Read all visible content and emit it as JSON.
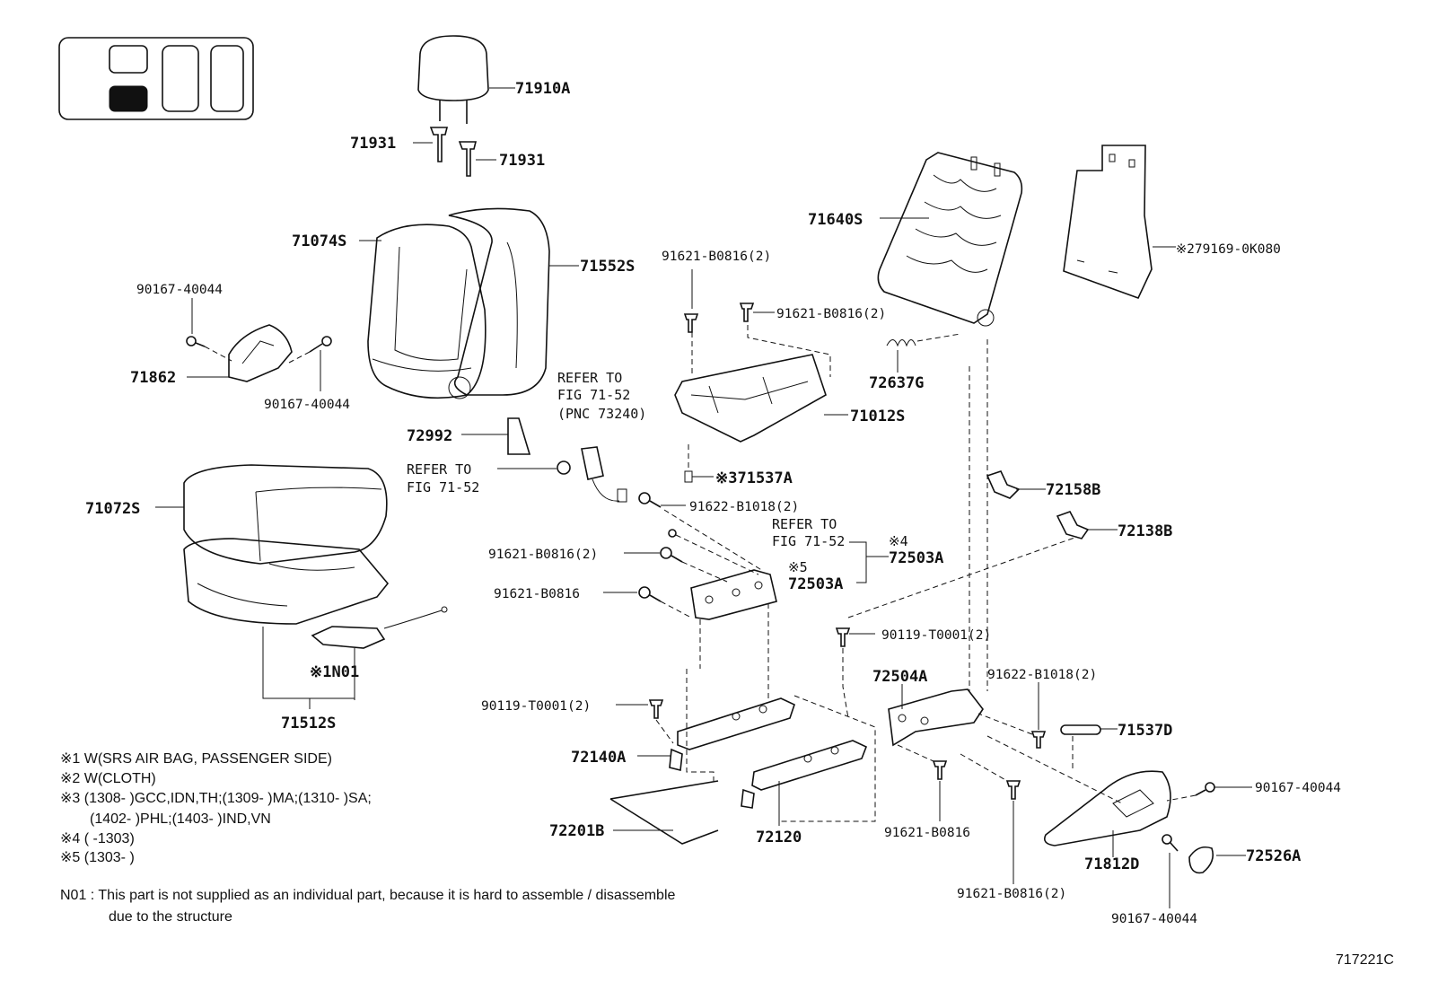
{
  "diagram_code": "717221C",
  "parts": {
    "p71910A": "71910A",
    "p71931a": "71931",
    "p71931b": "71931",
    "p71074S": "71074S",
    "p71552S": "71552S",
    "p90167_top": "90167-40044",
    "p71862": "71862",
    "p90167_mid": "90167-40044",
    "p72992": "72992",
    "p71072S": "71072S",
    "pN01": "※1N01",
    "p71512S": "71512S",
    "p71640S": "71640S",
    "p79169": "※279169-0K080",
    "p91621_a": "91621-B0816(2)",
    "p91621_b": "91621-B0816(2)",
    "p72637G": "72637G",
    "p71012S": "71012S",
    "p71537A": "※371537A",
    "p91622_a": "91622-B1018(2)",
    "p72158B": "72158B",
    "p72138B": "72138B",
    "p91621_c": "91621-B0816(2)",
    "p72503A_4": "72503A",
    "p72503A_5": "72503A",
    "mark4": "※4",
    "mark5": "※5",
    "p91621_d": "91621-B0816",
    "p90119_a": "90119-T0001(2)",
    "p72504A": "72504A",
    "p91622_b": "91622-B1018(2)",
    "p90119_b": "90119-T0001(2)",
    "p72140A": "72140A",
    "p71537D": "71537D",
    "p90167_r": "90167-40044",
    "p72201B": "72201B",
    "p72120": "72120",
    "p91621_e": "91621-B0816",
    "p71812D": "71812D",
    "p72526A": "72526A",
    "p91621_f": "91621-B0816(2)",
    "p90167_b": "90167-40044"
  },
  "refs": {
    "r1": [
      "REFER TO",
      "FIG 71-52",
      "(PNC 73240)"
    ],
    "r2": [
      "REFER TO",
      "FIG 71-52"
    ],
    "r3": [
      "REFER TO",
      "FIG 71-52"
    ]
  },
  "notes": {
    "n1": "※1 W(SRS AIR BAG, PASSENGER SIDE)",
    "n2": "※2 W(CLOTH)",
    "n3a": "※3 (1308-      )GCC,IDN,TH;(1309-      )MA;(1310-      )SA;",
    "n3b": "(1402-      )PHL;(1403-      )IND,VN",
    "n4": "※4 (      -1303)",
    "n5": "※5 (1303-      )",
    "n01a": "N01 :  This part is not supplied as an individual part, because it is hard to assemble / disassemble",
    "n01b": "due to the structure"
  }
}
